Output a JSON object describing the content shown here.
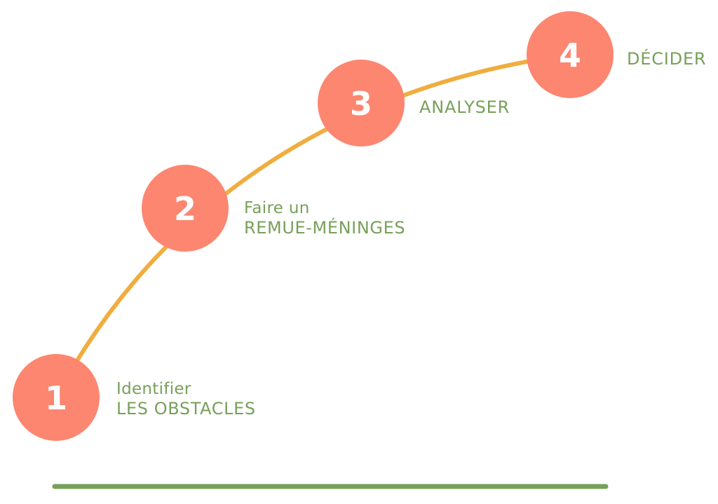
{
  "diagram": {
    "colors": {
      "curve": "#f0ad3e",
      "circle": "#fd8670",
      "number": "#ffffff",
      "text": "#77a05a",
      "baseline": "#77a05a"
    },
    "steps": [
      {
        "number": "1",
        "line1": "Identifier",
        "line2": "LES OBSTACLES"
      },
      {
        "number": "2",
        "line1": "Faire un",
        "line2": "REMUE-MÉNINGES"
      },
      {
        "number": "3",
        "line1": "ANALYSER"
      },
      {
        "number": "4",
        "line1": "DÉCIDER"
      }
    ]
  }
}
